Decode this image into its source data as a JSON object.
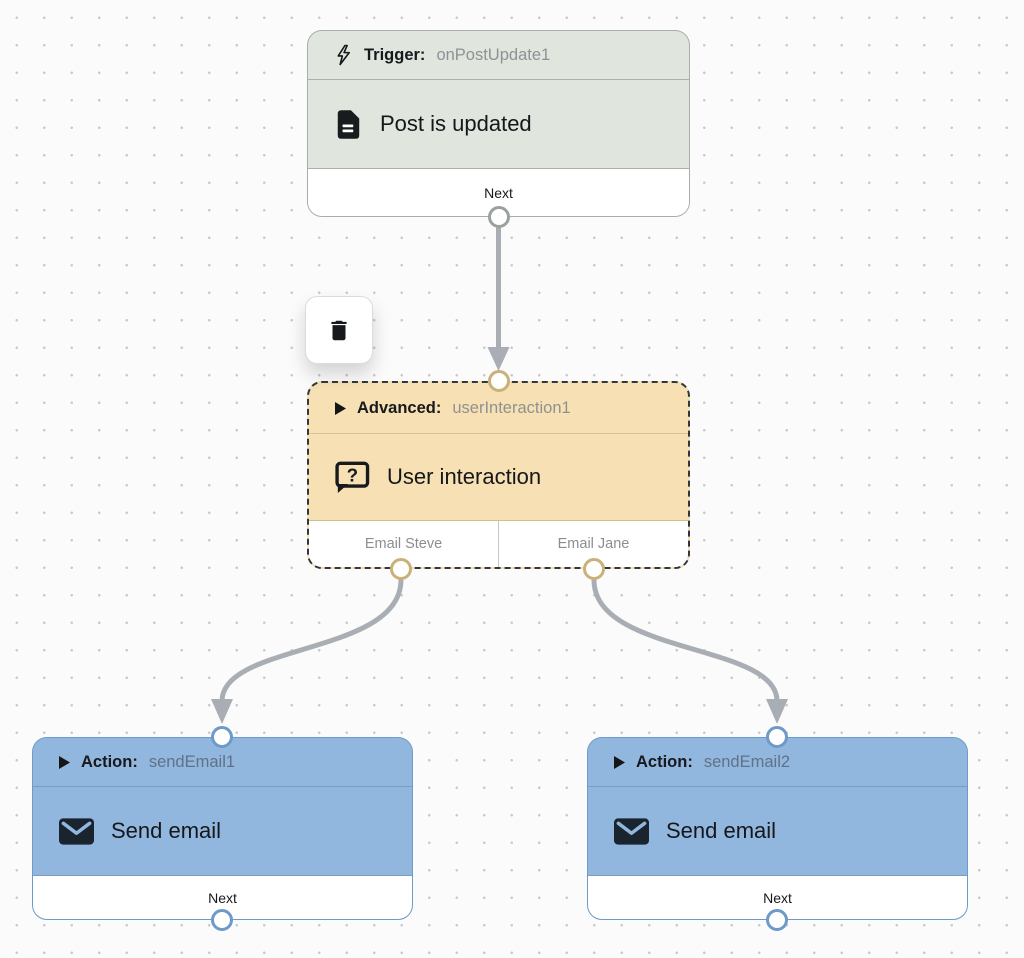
{
  "canvas": {
    "background": "#fbfbfb",
    "dot_color": "#c7c9cb",
    "edge_color": "#a9aeb5"
  },
  "toolbar": {
    "delete_button": {
      "icon": "trash-icon"
    }
  },
  "nodes": {
    "trigger": {
      "header": {
        "icon": "lightning-icon",
        "kind": "Trigger:",
        "name": "onPostUpdate1"
      },
      "body": {
        "icon": "document-icon",
        "title": "Post is updated"
      },
      "footer": {
        "label": "Next"
      },
      "colors": {
        "fill": "#e0e5dd",
        "border": "#a6afa7",
        "port": "#9aa39b"
      }
    },
    "advanced": {
      "header": {
        "icon": "triangle-right-icon",
        "kind": "Advanced:",
        "name": "userInteraction1"
      },
      "body": {
        "icon": "question-bubble-icon",
        "title": "User interaction"
      },
      "footer": {
        "outputs": [
          "Email Steve",
          "Email Jane"
        ]
      },
      "colors": {
        "fill": "#f6e0b4",
        "border": "#32373d",
        "port": "#c9b179"
      },
      "selected": true
    },
    "send_email_1": {
      "header": {
        "icon": "triangle-right-icon",
        "kind": "Action:",
        "name": "sendEmail1"
      },
      "body": {
        "icon": "envelope-icon",
        "title": "Send email"
      },
      "footer": {
        "label": "Next"
      },
      "colors": {
        "fill": "#92b7de",
        "border": "#6d9ac8",
        "port": "#6d9ac8"
      }
    },
    "send_email_2": {
      "header": {
        "icon": "triangle-right-icon",
        "kind": "Action:",
        "name": "sendEmail2"
      },
      "body": {
        "icon": "envelope-icon",
        "title": "Send email"
      },
      "footer": {
        "label": "Next"
      },
      "colors": {
        "fill": "#92b7de",
        "border": "#6d9ac8",
        "port": "#6d9ac8"
      }
    }
  },
  "connections": [
    {
      "from": "trigger.Next",
      "to": "advanced.in"
    },
    {
      "from": "advanced.Email Steve",
      "to": "send_email_1.in"
    },
    {
      "from": "advanced.Email Jane",
      "to": "send_email_2.in"
    }
  ]
}
